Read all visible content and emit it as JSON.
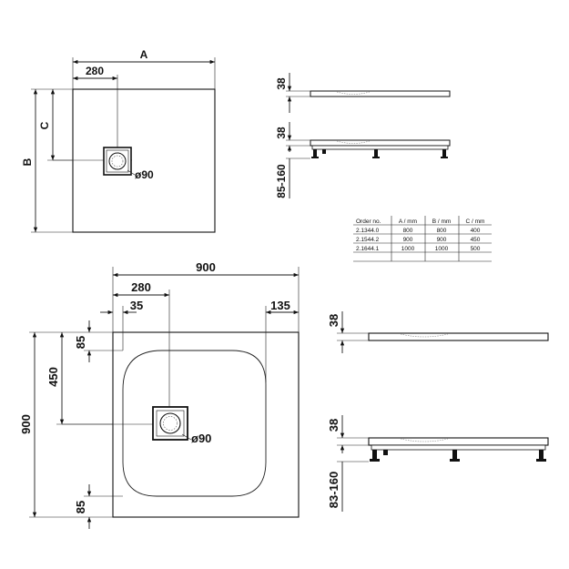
{
  "top_view": {
    "label_a": "A",
    "label_b": "B",
    "label_c": "C",
    "dim_drain_offset": "280",
    "drain_diameter": "ø90"
  },
  "top_sections": {
    "dim_height_flat": "38",
    "dim_height_feet": "38",
    "dim_feet_range": "85-160"
  },
  "order_table": {
    "headers": [
      "Order no.",
      "A / mm",
      "B / mm",
      "C / mm"
    ],
    "rows": [
      [
        "2.1344.0",
        "800",
        "800",
        "400"
      ],
      [
        "2.1544.2",
        "900",
        "900",
        "450"
      ],
      [
        "2.1644.1",
        "1000",
        "1000",
        "500"
      ]
    ]
  },
  "bottom_view": {
    "dim_width": "900",
    "dim_drain_x": "280",
    "dim_left_margin": "35",
    "dim_right_margin": "135",
    "dim_height": "900",
    "dim_drain_y": "450",
    "dim_top_margin": "85",
    "dim_bottom_margin": "85",
    "drain_diameter": "ø90"
  },
  "bottom_sections": {
    "dim_height_flat": "38",
    "dim_height_feet": "38",
    "dim_feet_range": "83-160"
  }
}
